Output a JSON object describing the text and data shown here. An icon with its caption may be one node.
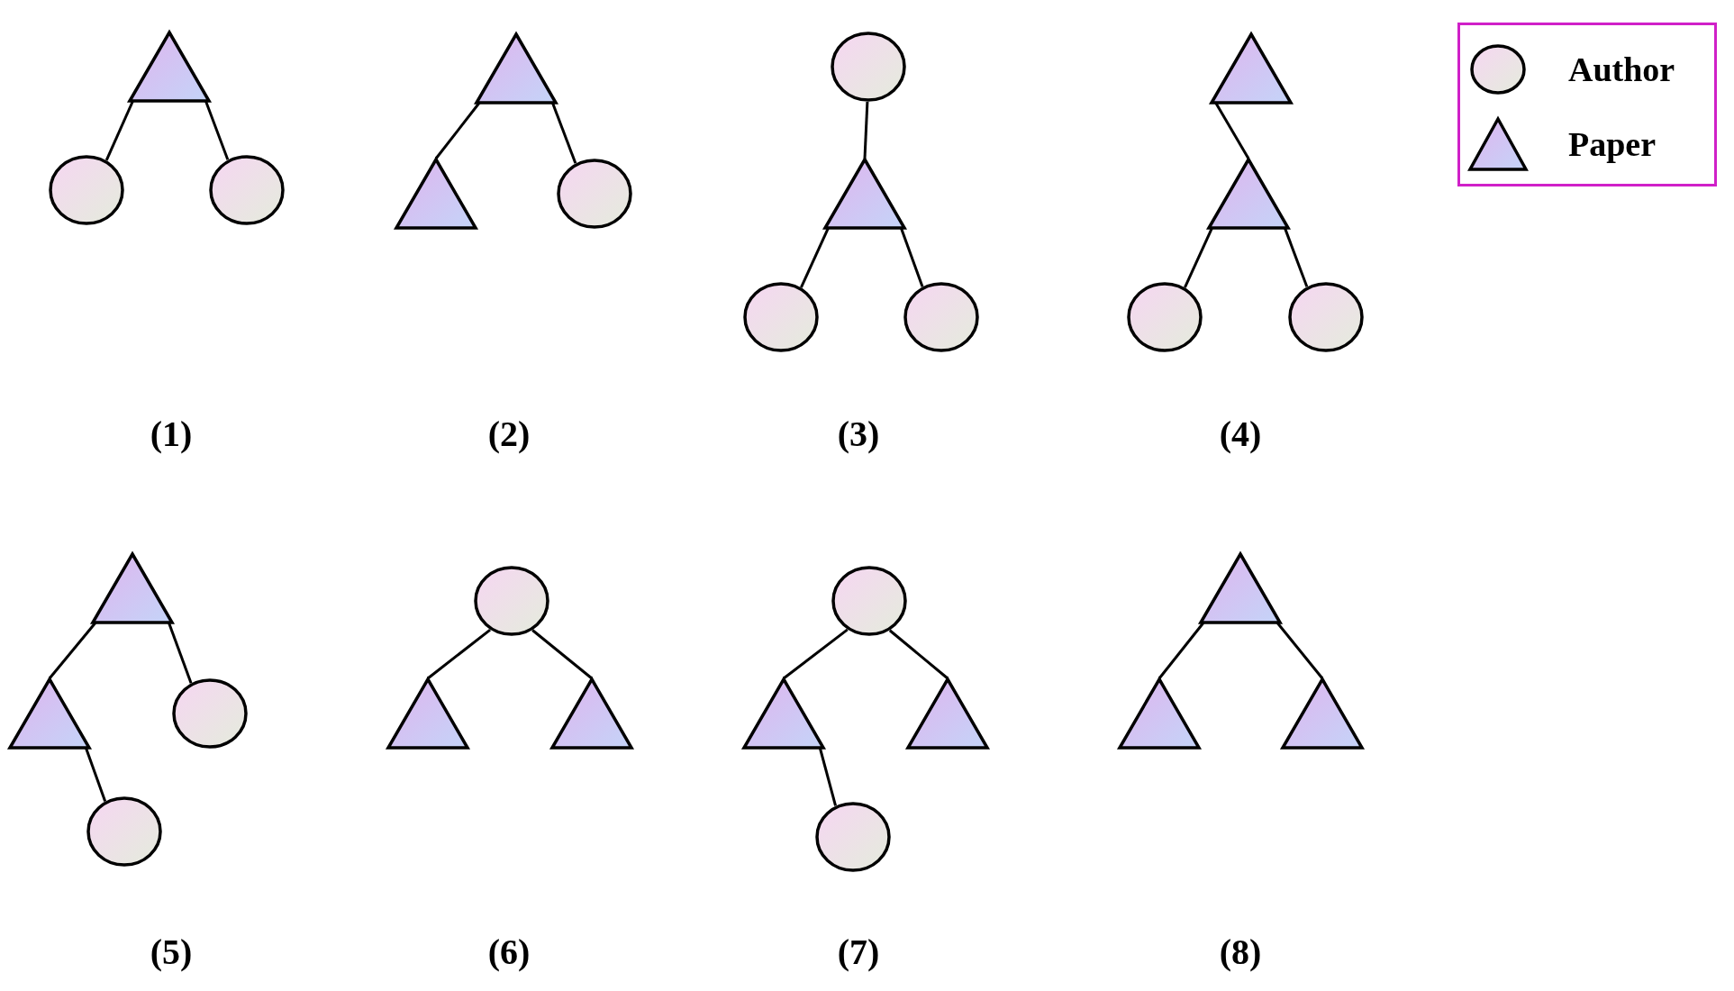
{
  "diagram": {
    "nodes": [
      {
        "text": [],
        "shape": "triangle"
      },
      {
        "text": [],
        "shape": "circle"
      },
      {
        "text": [],
        "shape": "circle"
      },
      {
        "text": [],
        "shape": "triangle"
      },
      {
        "text": [],
        "shape": "triangle"
      },
      {
        "text": [],
        "shape": "circle"
      },
      {
        "text": [],
        "shape": "circle"
      },
      {
        "text": [],
        "shape": "triangle"
      },
      {
        "text": [],
        "shape": "circle"
      },
      {
        "text": [],
        "shape": "circle"
      },
      {
        "text": [],
        "shape": "triangle"
      },
      {
        "text": [],
        "shape": "triangle"
      },
      {
        "text": [],
        "shape": "circle"
      },
      {
        "text": [],
        "shape": "circle"
      },
      {
        "text": [],
        "shape": "triangle"
      },
      {
        "text": [],
        "shape": "triangle"
      },
      {
        "text": [],
        "shape": "circle"
      },
      {
        "text": [],
        "shape": "circle"
      },
      {
        "text": [],
        "shape": "circle"
      },
      {
        "text": [],
        "shape": "triangle"
      },
      {
        "text": [],
        "shape": "triangle"
      },
      {
        "text": [],
        "shape": "circle"
      },
      {
        "text": [],
        "shape": "triangle"
      },
      {
        "text": [],
        "shape": "triangle"
      },
      {
        "text": [],
        "shape": "circle"
      },
      {
        "text": [],
        "shape": "triangle"
      },
      {
        "text": [],
        "shape": "triangle"
      },
      {
        "text": [],
        "shape": "triangle"
      }
    ],
    "edges": [
      {
        "from": 0,
        "to": 1,
        "arrow": "none"
      },
      {
        "from": 0,
        "to": 2,
        "arrow": "none"
      },
      {
        "from": 3,
        "to": 4,
        "arrow": "none"
      },
      {
        "from": 3,
        "to": 5,
        "arrow": "none"
      },
      {
        "from": 6,
        "to": 7,
        "arrow": "none"
      },
      {
        "from": 7,
        "to": 8,
        "arrow": "none"
      },
      {
        "from": 7,
        "to": 9,
        "arrow": "none"
      },
      {
        "from": 10,
        "to": 11,
        "arrow": "none"
      },
      {
        "from": 11,
        "to": 12,
        "arrow": "none"
      },
      {
        "from": 11,
        "to": 13,
        "arrow": "none"
      },
      {
        "from": 14,
        "to": 15,
        "arrow": "none"
      },
      {
        "from": 14,
        "to": 16,
        "arrow": "none"
      },
      {
        "from": 15,
        "to": 17,
        "arrow": "none"
      },
      {
        "from": 18,
        "to": 19,
        "arrow": "none"
      },
      {
        "from": 18,
        "to": 20,
        "arrow": "none"
      },
      {
        "from": 21,
        "to": 22,
        "arrow": "none"
      },
      {
        "from": 21,
        "to": 23,
        "arrow": "none"
      },
      {
        "from": 22,
        "to": 24,
        "arrow": "none"
      },
      {
        "from": 25,
        "to": 26,
        "arrow": "none"
      },
      {
        "from": 25,
        "to": 27,
        "arrow": "none"
      }
    ],
    "labels": [
      "(1)",
      "(2)",
      "(3)",
      "(4)",
      "(5)",
      "(6)",
      "(7)",
      "(8)"
    ],
    "legend": [
      {
        "text": "Author"
      },
      {
        "text": "Paper"
      }
    ]
  }
}
